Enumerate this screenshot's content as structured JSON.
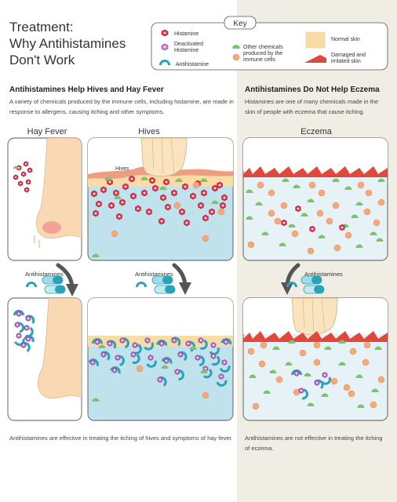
{
  "title": "Treatment:\nWhy Antihistamines\nDon't Work",
  "key": {
    "heading": "Key",
    "items": {
      "histamine": "Histamine",
      "deactivated": "Deactivated\nHistamine",
      "antihistamine": "Antihistamine",
      "other_chemicals": "Other chemicals\nproduced by the\nimmune cells",
      "normal_skin": "Normal skin",
      "damaged_skin": "Damaged  and\nirritated skin"
    }
  },
  "left_section": {
    "heading": "Antihistamines Help Hives and Hay Fever",
    "text": "A variety of chemicals produced by the immune cells, including histamine, are made in response to allergens, causing itching  and other symptoms."
  },
  "right_section": {
    "heading": "Antihistamines Do Not Help Eczema",
    "text": "Histamines are one of many chemicals made in the skin of people with eczema that cause itching."
  },
  "panels": {
    "hay_fever": "Hay Fever",
    "hives": "Hives",
    "eczema": "Eczema",
    "hives_tag": "Hives"
  },
  "antihistamines_label": "Antihistamines",
  "footers": {
    "left": "Antihistamines are effective in treating the itching of hives and symptoms of hay fever.",
    "right": "Antihistamines are not effective in treating the itching of eczema."
  },
  "colors": {
    "histamine": "#e0304c",
    "deactivated": "#b569c8",
    "antihistamine": "#2aa3b8",
    "other_green": "#7cc46a",
    "other_orange": "#f4a97a",
    "normal_skin": "#f9dba5",
    "damaged_skin": "#e0483e",
    "fluid": "#bfe2ec"
  }
}
